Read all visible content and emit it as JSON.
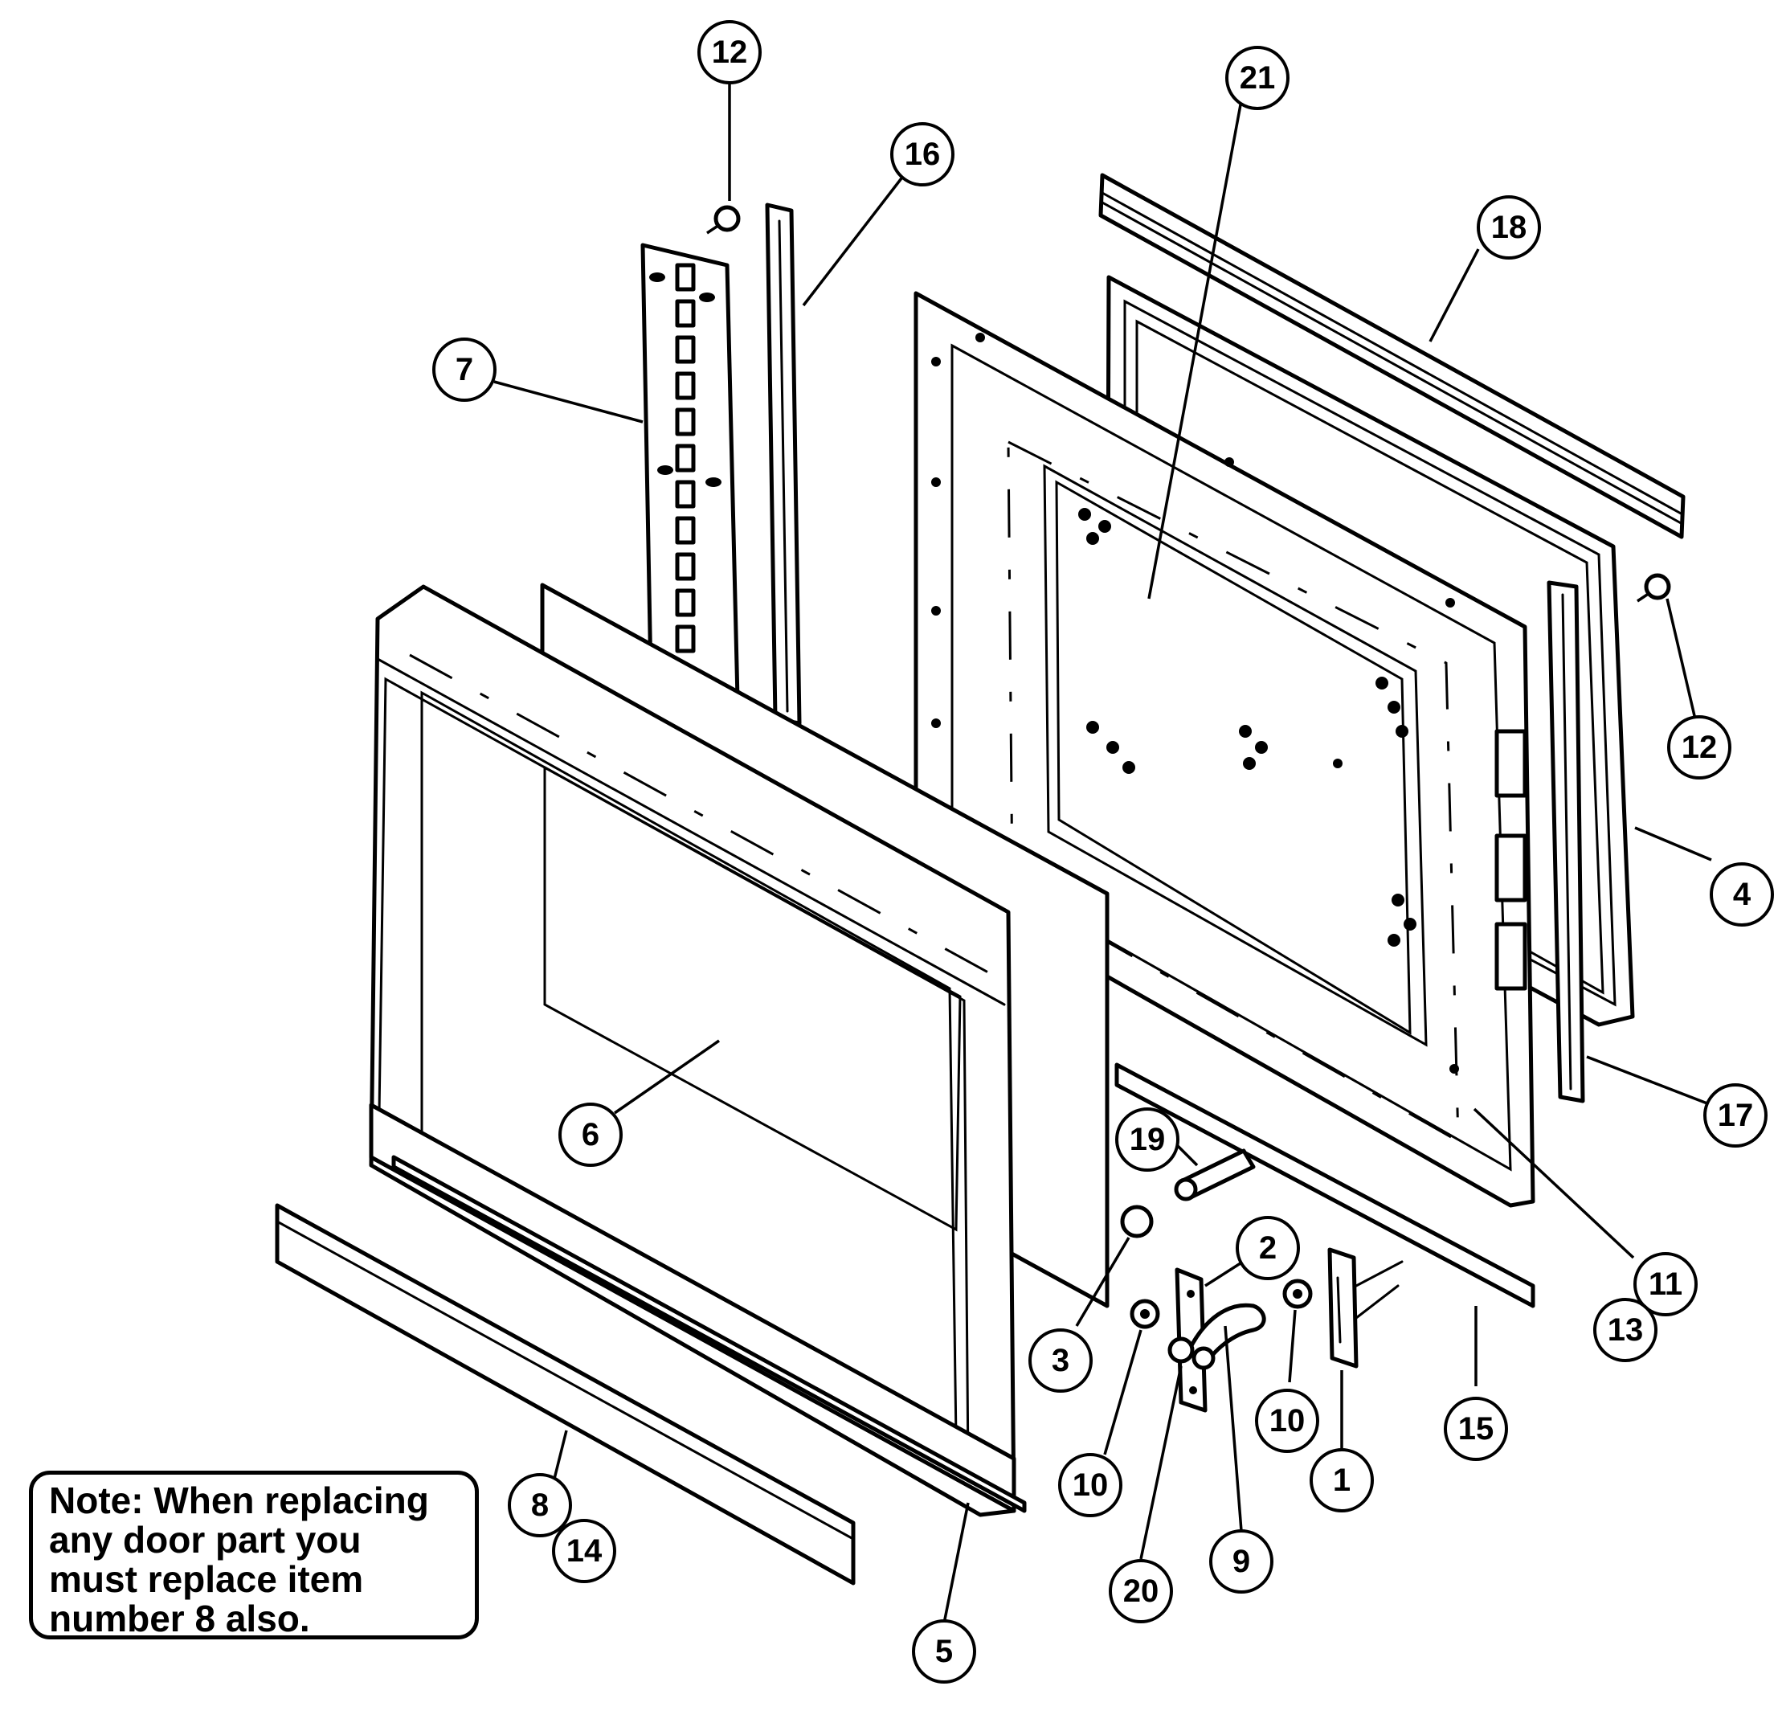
{
  "callouts": [
    {
      "id": "c12a",
      "label": "12"
    },
    {
      "id": "c16",
      "label": "16"
    },
    {
      "id": "c21",
      "label": "21"
    },
    {
      "id": "c18",
      "label": "18"
    },
    {
      "id": "c7",
      "label": "7"
    },
    {
      "id": "c12b",
      "label": "12"
    },
    {
      "id": "c4",
      "label": "4"
    },
    {
      "id": "c17",
      "label": "17"
    },
    {
      "id": "c6",
      "label": "6"
    },
    {
      "id": "c19",
      "label": "19"
    },
    {
      "id": "c2",
      "label": "2"
    },
    {
      "id": "c11",
      "label": "11"
    },
    {
      "id": "c13",
      "label": "13"
    },
    {
      "id": "c3",
      "label": "3"
    },
    {
      "id": "c10a",
      "label": "10"
    },
    {
      "id": "c10b",
      "label": "10"
    },
    {
      "id": "c15",
      "label": "15"
    },
    {
      "id": "c1",
      "label": "1"
    },
    {
      "id": "c8",
      "label": "8"
    },
    {
      "id": "c14",
      "label": "14"
    },
    {
      "id": "c9",
      "label": "9"
    },
    {
      "id": "c20",
      "label": "20"
    },
    {
      "id": "c5",
      "label": "5"
    }
  ],
  "note": {
    "lines": [
      "Note:  When replacing",
      "any door part you",
      "must replace item",
      "number 8 also."
    ]
  },
  "colors": {
    "ink": "#000000",
    "paper": "#ffffff"
  }
}
